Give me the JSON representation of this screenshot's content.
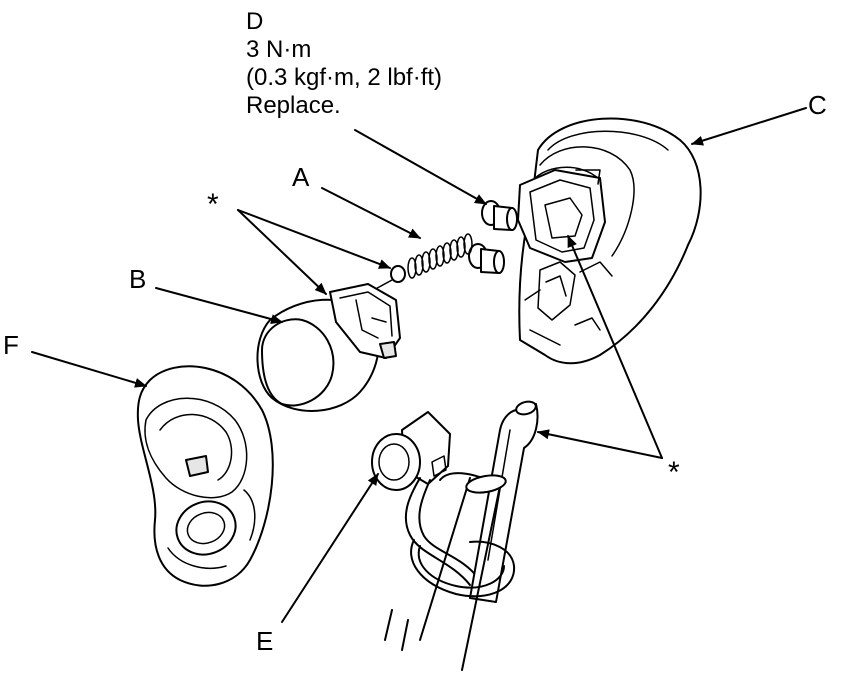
{
  "callouts": {
    "a": "A",
    "b": "B",
    "c": "C",
    "d": "D",
    "e": "E",
    "f": "F",
    "asterisk_left": "*",
    "asterisk_right": "*"
  },
  "spec_d": {
    "torque_nm": "3 N·m",
    "torque_alt": "(0.3 kgf·m, 2 lbf·ft)",
    "note": "Replace."
  }
}
